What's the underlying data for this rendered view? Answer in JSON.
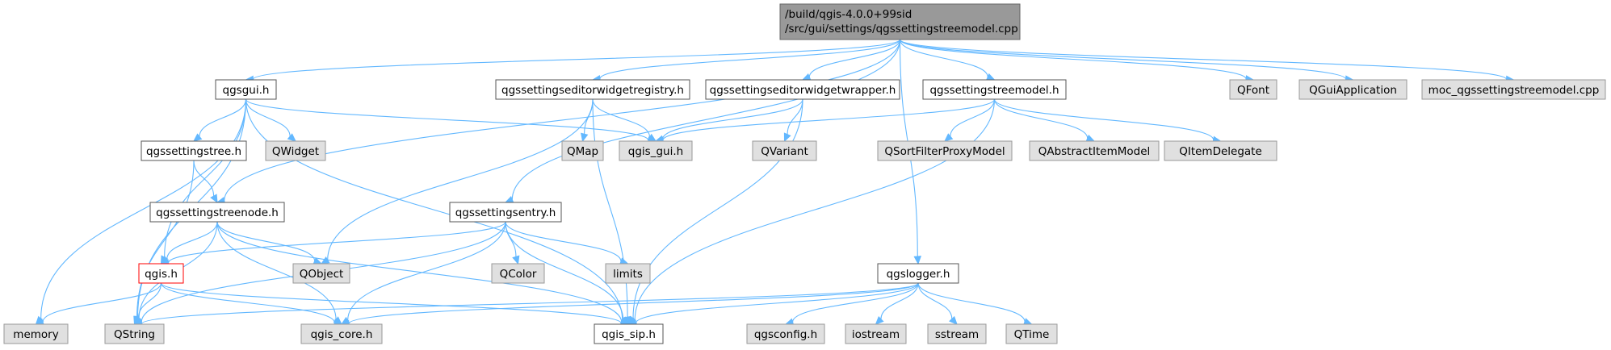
{
  "nodes": [
    {
      "id": "root",
      "kind": "root",
      "lines": [
        "/build/qgis-4.0.0+99sid",
        "/src/gui/settings/qgssettingstreemodel.cpp"
      ]
    },
    {
      "id": "qgsgui",
      "kind": "normal",
      "lines": [
        "qgsgui.h"
      ]
    },
    {
      "id": "editorreg",
      "kind": "normal",
      "lines": [
        "qgssettingseditorwidgetregistry.h"
      ]
    },
    {
      "id": "editorwrap",
      "kind": "normal",
      "lines": [
        "qgssettingseditorwidgetwrapper.h"
      ]
    },
    {
      "id": "treemodel",
      "kind": "normal",
      "lines": [
        "qgssettingstreemodel.h"
      ]
    },
    {
      "id": "qfont",
      "kind": "external",
      "lines": [
        "QFont"
      ]
    },
    {
      "id": "qguiapp",
      "kind": "external",
      "lines": [
        "QGuiApplication"
      ]
    },
    {
      "id": "moc",
      "kind": "external",
      "lines": [
        "moc_qgssettingstreemodel.cpp"
      ]
    },
    {
      "id": "settingstree",
      "kind": "normal",
      "lines": [
        "qgssettingstree.h"
      ]
    },
    {
      "id": "qwidget",
      "kind": "external",
      "lines": [
        "QWidget"
      ]
    },
    {
      "id": "qmap",
      "kind": "external",
      "lines": [
        "QMap"
      ]
    },
    {
      "id": "qgisgui",
      "kind": "external",
      "lines": [
        "qgis_gui.h"
      ]
    },
    {
      "id": "qvariant",
      "kind": "external",
      "lines": [
        "QVariant"
      ]
    },
    {
      "id": "qsortfilter",
      "kind": "external",
      "lines": [
        "QSortFilterProxyModel"
      ]
    },
    {
      "id": "qabstractitem",
      "kind": "external",
      "lines": [
        "QAbstractItemModel"
      ]
    },
    {
      "id": "qitemdelegate",
      "kind": "external",
      "lines": [
        "QItemDelegate"
      ]
    },
    {
      "id": "treenode",
      "kind": "normal",
      "lines": [
        "qgssettingstreenode.h"
      ]
    },
    {
      "id": "settingsentry",
      "kind": "normal",
      "lines": [
        "qgssettingsentry.h"
      ]
    },
    {
      "id": "qgis",
      "kind": "highlight",
      "lines": [
        "qgis.h"
      ]
    },
    {
      "id": "qobject",
      "kind": "external",
      "lines": [
        "QObject"
      ]
    },
    {
      "id": "qcolor",
      "kind": "external",
      "lines": [
        "QColor"
      ]
    },
    {
      "id": "limits",
      "kind": "external",
      "lines": [
        "limits"
      ]
    },
    {
      "id": "qgslogger",
      "kind": "normal",
      "lines": [
        "qgslogger.h"
      ]
    },
    {
      "id": "memory",
      "kind": "external",
      "lines": [
        "memory"
      ]
    },
    {
      "id": "qstring",
      "kind": "external",
      "lines": [
        "QString"
      ]
    },
    {
      "id": "qgiscore",
      "kind": "external",
      "lines": [
        "qgis_core.h"
      ]
    },
    {
      "id": "qgissip",
      "kind": "normal",
      "lines": [
        "qgis_sip.h"
      ]
    },
    {
      "id": "qgsconfig",
      "kind": "external",
      "lines": [
        "qgsconfig.h"
      ]
    },
    {
      "id": "iostream",
      "kind": "external",
      "lines": [
        "iostream"
      ]
    },
    {
      "id": "sstream",
      "kind": "external",
      "lines": [
        "sstream"
      ]
    },
    {
      "id": "qtime",
      "kind": "external",
      "lines": [
        "QTime"
      ]
    }
  ],
  "edges": [
    [
      "root",
      "qgsgui"
    ],
    [
      "root",
      "editorreg"
    ],
    [
      "root",
      "editorwrap"
    ],
    [
      "root",
      "treemodel"
    ],
    [
      "root",
      "qfont"
    ],
    [
      "root",
      "qguiapp"
    ],
    [
      "root",
      "moc"
    ],
    [
      "root",
      "treenode"
    ],
    [
      "root",
      "settingsentry"
    ],
    [
      "root",
      "qgslogger"
    ],
    [
      "qgsgui",
      "settingstree"
    ],
    [
      "qgsgui",
      "qwidget"
    ],
    [
      "qgsgui",
      "qgisgui"
    ],
    [
      "qgsgui",
      "qgis"
    ],
    [
      "qgsgui",
      "memory"
    ],
    [
      "qgsgui",
      "qstring"
    ],
    [
      "qgsgui",
      "qgissip"
    ],
    [
      "settingstree",
      "treenode"
    ],
    [
      "settingstree",
      "qstring"
    ],
    [
      "editorreg",
      "qmap"
    ],
    [
      "editorreg",
      "qgisgui"
    ],
    [
      "editorreg",
      "qobject"
    ],
    [
      "editorreg",
      "qgissip"
    ],
    [
      "editorwrap",
      "qgisgui"
    ],
    [
      "editorwrap",
      "qvariant"
    ],
    [
      "editorwrap",
      "qgissip"
    ],
    [
      "treemodel",
      "qgisgui"
    ],
    [
      "treemodel",
      "qsortfilter"
    ],
    [
      "treemodel",
      "qabstractitem"
    ],
    [
      "treemodel",
      "qitemdelegate"
    ],
    [
      "treemodel",
      "qgissip"
    ],
    [
      "treenode",
      "qgis"
    ],
    [
      "treenode",
      "qobject"
    ],
    [
      "treenode",
      "qstring"
    ],
    [
      "treenode",
      "qgiscore"
    ],
    [
      "treenode",
      "qgissip"
    ],
    [
      "settingsentry",
      "qgis"
    ],
    [
      "settingsentry",
      "qcolor"
    ],
    [
      "settingsentry",
      "limits"
    ],
    [
      "settingsentry",
      "qstring"
    ],
    [
      "settingsentry",
      "qgiscore"
    ],
    [
      "settingsentry",
      "qgissip"
    ],
    [
      "qgis",
      "memory"
    ],
    [
      "qgis",
      "qstring"
    ],
    [
      "qgis",
      "qgiscore"
    ],
    [
      "qgis",
      "qgissip"
    ],
    [
      "qgslogger",
      "qstring"
    ],
    [
      "qgslogger",
      "qgiscore"
    ],
    [
      "qgslogger",
      "qgissip"
    ],
    [
      "qgslogger",
      "qgsconfig"
    ],
    [
      "qgslogger",
      "iostream"
    ],
    [
      "qgslogger",
      "sstream"
    ],
    [
      "qgslogger",
      "qtime"
    ]
  ]
}
